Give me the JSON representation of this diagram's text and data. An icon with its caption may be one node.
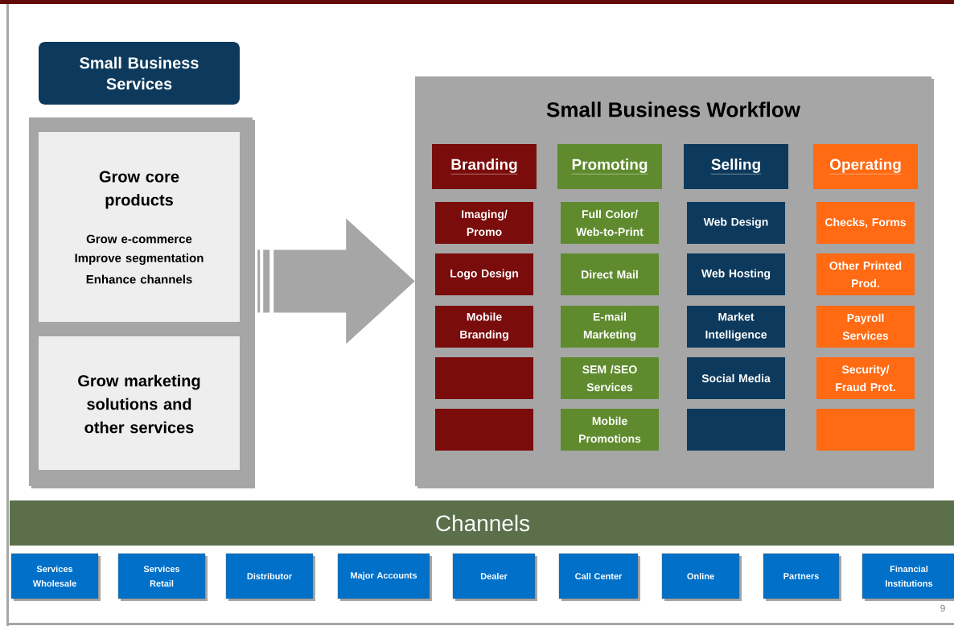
{
  "diagram": {
    "nodes": [
      {
        "text": [
          "Small Business Services"
        ]
      },
      {
        "text": [],
        "shape": "box"
      },
      {
        "text": [
          "Grow core products",
          "Grow e-commerce",
          "Improve segmentation",
          "Enhance channels"
        ],
        "in": 1
      },
      {
        "text": [
          "Grow marketing solutions and other services"
        ],
        "in": 1
      },
      {
        "text": [
          "Small Business Workflow"
        ]
      },
      {
        "text": [
          "Branding"
        ],
        "in": 4
      },
      {
        "text": [
          "Promoting"
        ],
        "in": 4
      },
      {
        "text": [
          "Selling"
        ],
        "in": 4
      },
      {
        "text": [
          "Operating"
        ],
        "in": 4
      },
      {
        "text": [
          "Imaging/ Promo"
        ],
        "in": 4
      },
      {
        "text": [
          "Full Color/ Web-to-Print"
        ],
        "in": 4
      },
      {
        "text": [
          "Web Design"
        ],
        "in": 4
      },
      {
        "text": [
          "Checks, Forms"
        ],
        "in": 4
      },
      {
        "text": [
          "Logo Design"
        ],
        "in": 4
      },
      {
        "text": [
          "Direct Mail"
        ],
        "in": 4
      },
      {
        "text": [
          "Web Hosting"
        ],
        "in": 4
      },
      {
        "text": [
          "Other Printed Prod."
        ],
        "in": 4
      },
      {
        "text": [
          "Mobile Branding"
        ],
        "in": 4
      },
      {
        "text": [
          "E-mail Marketing"
        ],
        "in": 4
      },
      {
        "text": [
          "Market Intelligence"
        ],
        "in": 4
      },
      {
        "text": [
          "Payroll Services"
        ],
        "in": 4
      },
      {
        "text": [],
        "shape": "box",
        "in": 4
      },
      {
        "text": [
          "SEM /SEO Services"
        ],
        "in": 4
      },
      {
        "text": [
          "Social Media"
        ],
        "in": 4
      },
      {
        "text": [
          "Security/ Fraud Prot."
        ],
        "in": 4
      },
      {
        "text": [],
        "shape": "box",
        "in": 4
      },
      {
        "text": [
          "Mobile Promotions"
        ],
        "in": 4
      },
      {
        "text": [],
        "shape": "box",
        "in": 4
      },
      {
        "text": [],
        "shape": "box",
        "in": 4
      },
      {
        "text": [
          "Channels"
        ]
      },
      {
        "text": [
          "Services Wholesale"
        ]
      },
      {
        "text": [
          "Services Retail"
        ]
      },
      {
        "text": [
          "Distributor"
        ]
      },
      {
        "text": [
          "Major Accounts"
        ]
      },
      {
        "text": [
          "Dealer"
        ]
      },
      {
        "text": [
          "Call Center"
        ]
      },
      {
        "text": [
          "Online"
        ]
      },
      {
        "text": [
          "Partners"
        ]
      },
      {
        "text": [
          "Financial Institutions"
        ]
      }
    ],
    "edges": [
      {
        "from": 1,
        "to": 4,
        "arrow": "to"
      }
    ],
    "labels": [
      "9"
    ]
  }
}
